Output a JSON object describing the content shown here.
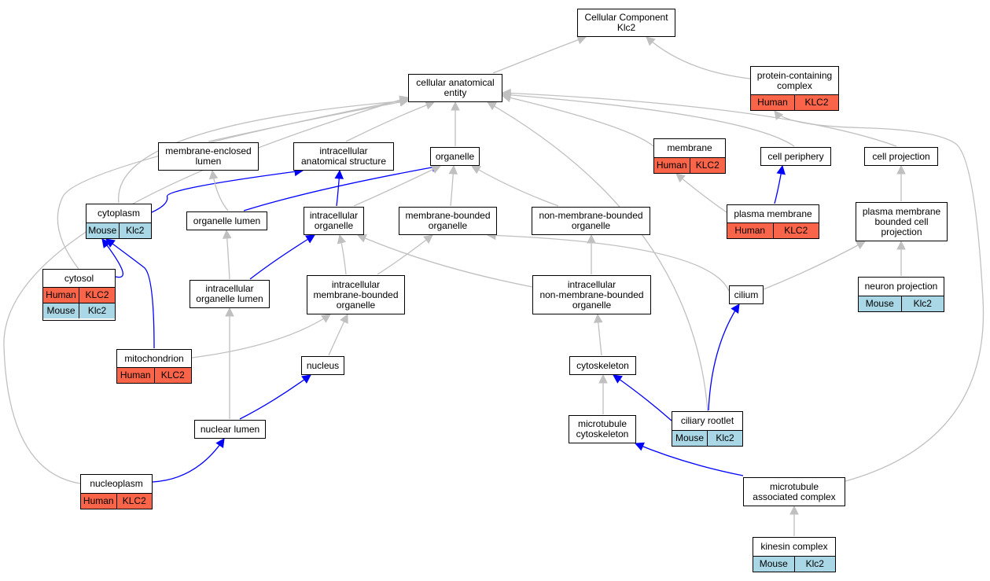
{
  "colors": {
    "human": "#fa6448",
    "mouse": "#a9d7e6",
    "grey_edge": "#c0c0c0",
    "blue_edge": "#0000ff"
  },
  "nodes": {
    "cellular_component": {
      "label": "Cellular Component\nKlc2"
    },
    "cellular_anatomical_entity": {
      "label": "cellular anatomical\nentity"
    },
    "protein_containing_complex": {
      "label": "protein-containing\ncomplex",
      "species": "Human",
      "gene": "KLC2"
    },
    "membrane_enclosed_lumen": {
      "label": "membrane-enclosed\nlumen"
    },
    "intracellular_anatomical_structure": {
      "label": "intracellular\nanatomical structure"
    },
    "organelle": {
      "label": "organelle"
    },
    "membrane": {
      "label": "membrane",
      "species": "Human",
      "gene": "KLC2"
    },
    "cell_periphery": {
      "label": "cell periphery"
    },
    "cell_projection": {
      "label": "cell projection"
    },
    "cytoplasm": {
      "label": "cytoplasm",
      "species": "Mouse",
      "gene": "Klc2"
    },
    "organelle_lumen": {
      "label": "organelle lumen"
    },
    "intracellular_organelle": {
      "label": "intracellular\norganelle"
    },
    "membrane_bounded_organelle": {
      "label": "membrane-bounded\norganelle"
    },
    "non_membrane_bounded_organelle": {
      "label": "non-membrane-bounded\norganelle"
    },
    "plasma_membrane": {
      "label": "plasma membrane",
      "species": "Human",
      "gene": "KLC2"
    },
    "plasma_membrane_bounded_cell_projection": {
      "label": "plasma membrane\nbounded cell\nprojection"
    },
    "cytosol": {
      "label": "cytosol",
      "rows": [
        {
          "species": "Human",
          "gene": "KLC2"
        },
        {
          "species": "Mouse",
          "gene": "Klc2"
        }
      ]
    },
    "intracellular_organelle_lumen": {
      "label": "intracellular\norganelle lumen"
    },
    "intracellular_membrane_bounded_organelle": {
      "label": "intracellular\nmembrane-bounded\norganelle"
    },
    "intracellular_non_membrane_bounded_organelle": {
      "label": "intracellular\nnon-membrane-bounded\norganelle"
    },
    "cilium": {
      "label": "cilium"
    },
    "neuron_projection": {
      "label": "neuron projection",
      "species": "Mouse",
      "gene": "Klc2"
    },
    "mitochondrion": {
      "label": "mitochondrion",
      "species": "Human",
      "gene": "KLC2"
    },
    "nucleus": {
      "label": "nucleus"
    },
    "cytoskeleton": {
      "label": "cytoskeleton"
    },
    "ciliary_rootlet": {
      "label": "ciliary rootlet",
      "species": "Mouse",
      "gene": "Klc2"
    },
    "nuclear_lumen": {
      "label": "nuclear lumen"
    },
    "microtubule_cytoskeleton": {
      "label": "microtubule\ncytoskeleton"
    },
    "nucleoplasm": {
      "label": "nucleoplasm",
      "species": "Human",
      "gene": "KLC2"
    },
    "microtubule_associated_complex": {
      "label": "microtubule\nassociated complex"
    },
    "kinesin_complex": {
      "label": "kinesin complex",
      "species": "Mouse",
      "gene": "Klc2"
    }
  },
  "edges": [
    {
      "from": "cellular_anatomical_entity",
      "to": "cellular_component",
      "type": "is_a"
    },
    {
      "from": "protein_containing_complex",
      "to": "cellular_component",
      "type": "is_a"
    },
    {
      "from": "membrane_enclosed_lumen",
      "to": "cellular_anatomical_entity",
      "type": "is_a"
    },
    {
      "from": "intracellular_anatomical_structure",
      "to": "cellular_anatomical_entity",
      "type": "is_a"
    },
    {
      "from": "organelle",
      "to": "cellular_anatomical_entity",
      "type": "is_a"
    },
    {
      "from": "membrane",
      "to": "cellular_anatomical_entity",
      "type": "is_a"
    },
    {
      "from": "cell_periphery",
      "to": "cellular_anatomical_entity",
      "type": "is_a"
    },
    {
      "from": "cell_projection",
      "to": "cellular_anatomical_entity",
      "type": "is_a"
    },
    {
      "from": "cytoplasm",
      "to": "cellular_anatomical_entity",
      "type": "is_a"
    },
    {
      "from": "cytosol",
      "to": "cellular_anatomical_entity",
      "type": "is_a"
    },
    {
      "from": "nucleoplasm",
      "to": "cellular_anatomical_entity",
      "type": "is_a"
    },
    {
      "from": "ciliary_rootlet",
      "to": "cellular_anatomical_entity",
      "type": "is_a"
    },
    {
      "from": "microtubule_associated_complex",
      "to": "protein_containing_complex",
      "type": "is_a"
    },
    {
      "from": "cytoplasm",
      "to": "intracellular_anatomical_structure",
      "type": "part_of"
    },
    {
      "from": "organelle_lumen",
      "to": "membrane_enclosed_lumen",
      "type": "is_a"
    },
    {
      "from": "organelle_lumen",
      "to": "organelle",
      "type": "part_of"
    },
    {
      "from": "intracellular_organelle",
      "to": "intracellular_anatomical_structure",
      "type": "part_of"
    },
    {
      "from": "intracellular_organelle",
      "to": "organelle",
      "type": "is_a"
    },
    {
      "from": "membrane_bounded_organelle",
      "to": "organelle",
      "type": "is_a"
    },
    {
      "from": "non_membrane_bounded_organelle",
      "to": "organelle",
      "type": "is_a"
    },
    {
      "from": "plasma_membrane",
      "to": "membrane",
      "type": "is_a"
    },
    {
      "from": "plasma_membrane",
      "to": "cell_periphery",
      "type": "part_of"
    },
    {
      "from": "plasma_membrane_bounded_cell_projection",
      "to": "cell_projection",
      "type": "is_a"
    },
    {
      "from": "cytosol",
      "to": "cytoplasm",
      "type": "part_of"
    },
    {
      "from": "mitochondrion",
      "to": "cytoplasm",
      "type": "part_of"
    },
    {
      "from": "intracellular_organelle_lumen",
      "to": "organelle_lumen",
      "type": "is_a"
    },
    {
      "from": "intracellular_organelle_lumen",
      "to": "intracellular_organelle",
      "type": "part_of"
    },
    {
      "from": "intracellular_membrane_bounded_organelle",
      "to": "intracellular_organelle",
      "type": "is_a"
    },
    {
      "from": "intracellular_membrane_bounded_organelle",
      "to": "membrane_bounded_organelle",
      "type": "is_a"
    },
    {
      "from": "intracellular_non_membrane_bounded_organelle",
      "to": "intracellular_organelle",
      "type": "is_a"
    },
    {
      "from": "intracellular_non_membrane_bounded_organelle",
      "to": "non_membrane_bounded_organelle",
      "type": "is_a"
    },
    {
      "from": "cilium",
      "to": "membrane_bounded_organelle",
      "type": "is_a"
    },
    {
      "from": "cilium",
      "to": "plasma_membrane_bounded_cell_projection",
      "type": "is_a"
    },
    {
      "from": "neuron_projection",
      "to": "plasma_membrane_bounded_cell_projection",
      "type": "is_a"
    },
    {
      "from": "mitochondrion",
      "to": "intracellular_membrane_bounded_organelle",
      "type": "is_a"
    },
    {
      "from": "nucleus",
      "to": "intracellular_membrane_bounded_organelle",
      "type": "is_a"
    },
    {
      "from": "cytoskeleton",
      "to": "intracellular_non_membrane_bounded_organelle",
      "type": "is_a"
    },
    {
      "from": "ciliary_rootlet",
      "to": "cytoskeleton",
      "type": "part_of"
    },
    {
      "from": "ciliary_rootlet",
      "to": "cilium",
      "type": "part_of"
    },
    {
      "from": "nuclear_lumen",
      "to": "intracellular_organelle_lumen",
      "type": "is_a"
    },
    {
      "from": "nuclear_lumen",
      "to": "nucleus",
      "type": "part_of"
    },
    {
      "from": "microtubule_cytoskeleton",
      "to": "cytoskeleton",
      "type": "is_a"
    },
    {
      "from": "nucleoplasm",
      "to": "nuclear_lumen",
      "type": "part_of"
    },
    {
      "from": "microtubule_associated_complex",
      "to": "microtubule_cytoskeleton",
      "type": "part_of"
    },
    {
      "from": "kinesin_complex",
      "to": "microtubule_associated_complex",
      "type": "is_a"
    }
  ]
}
